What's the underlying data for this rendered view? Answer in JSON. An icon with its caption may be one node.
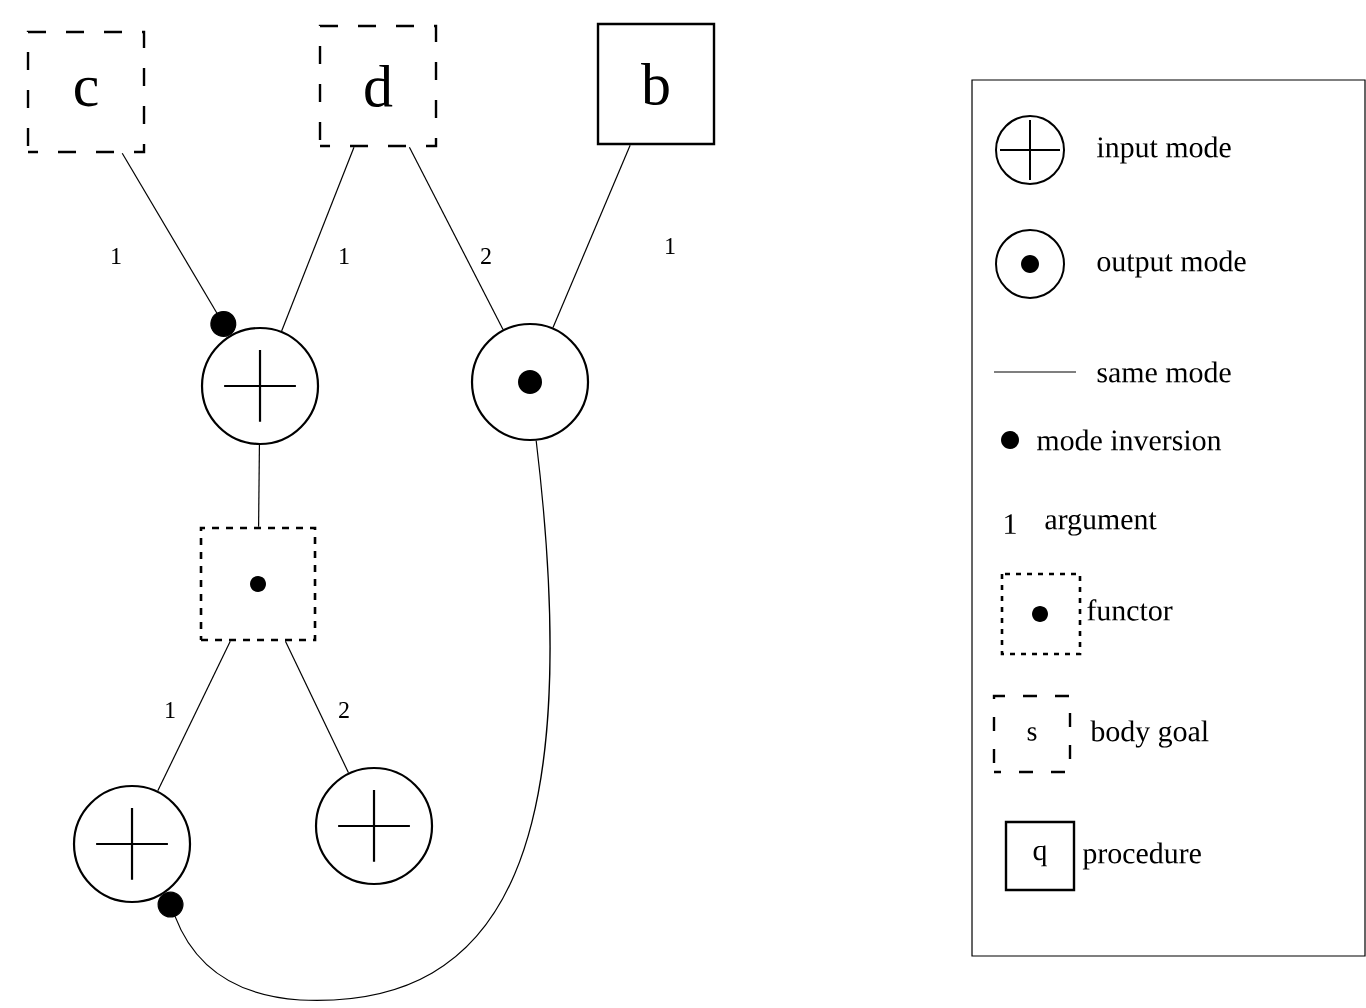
{
  "diagram": {
    "nodes": [
      {
        "text": [
          "c"
        ]
      },
      {
        "text": [
          "d"
        ]
      },
      {
        "text": [
          "b"
        ]
      },
      {
        "text": [],
        "shape": "circle"
      },
      {
        "text": [],
        "shape": "circle"
      },
      {
        "text": [],
        "shape": "box"
      },
      {
        "text": [],
        "shape": "circle"
      },
      {
        "text": [],
        "shape": "circle"
      }
    ],
    "edges": [
      {
        "from": 0,
        "to": 3,
        "arrow": "other",
        "label": "1"
      },
      {
        "from": 1,
        "to": 3,
        "arrow": "none",
        "label": "1"
      },
      {
        "from": 1,
        "to": 4,
        "arrow": "none",
        "label": "2"
      },
      {
        "from": 2,
        "to": 4,
        "arrow": "none",
        "label": "1"
      },
      {
        "from": 3,
        "to": 5,
        "arrow": "none"
      },
      {
        "from": 5,
        "to": 6,
        "arrow": "none",
        "label": "1"
      },
      {
        "from": 5,
        "to": 7,
        "arrow": "none",
        "label": "2"
      },
      {
        "from": 4,
        "to": 6,
        "arrow": "other"
      }
    ],
    "labels": [
      "1",
      "s",
      "q"
    ],
    "legend": [
      {
        "text": "input mode"
      },
      {
        "text": "output mode"
      },
      {
        "text": "same mode"
      },
      {
        "text": "mode inversion"
      },
      {
        "text": "argument"
      },
      {
        "text": "functor"
      },
      {
        "text": "body goal"
      },
      {
        "text": "procedure"
      }
    ]
  }
}
